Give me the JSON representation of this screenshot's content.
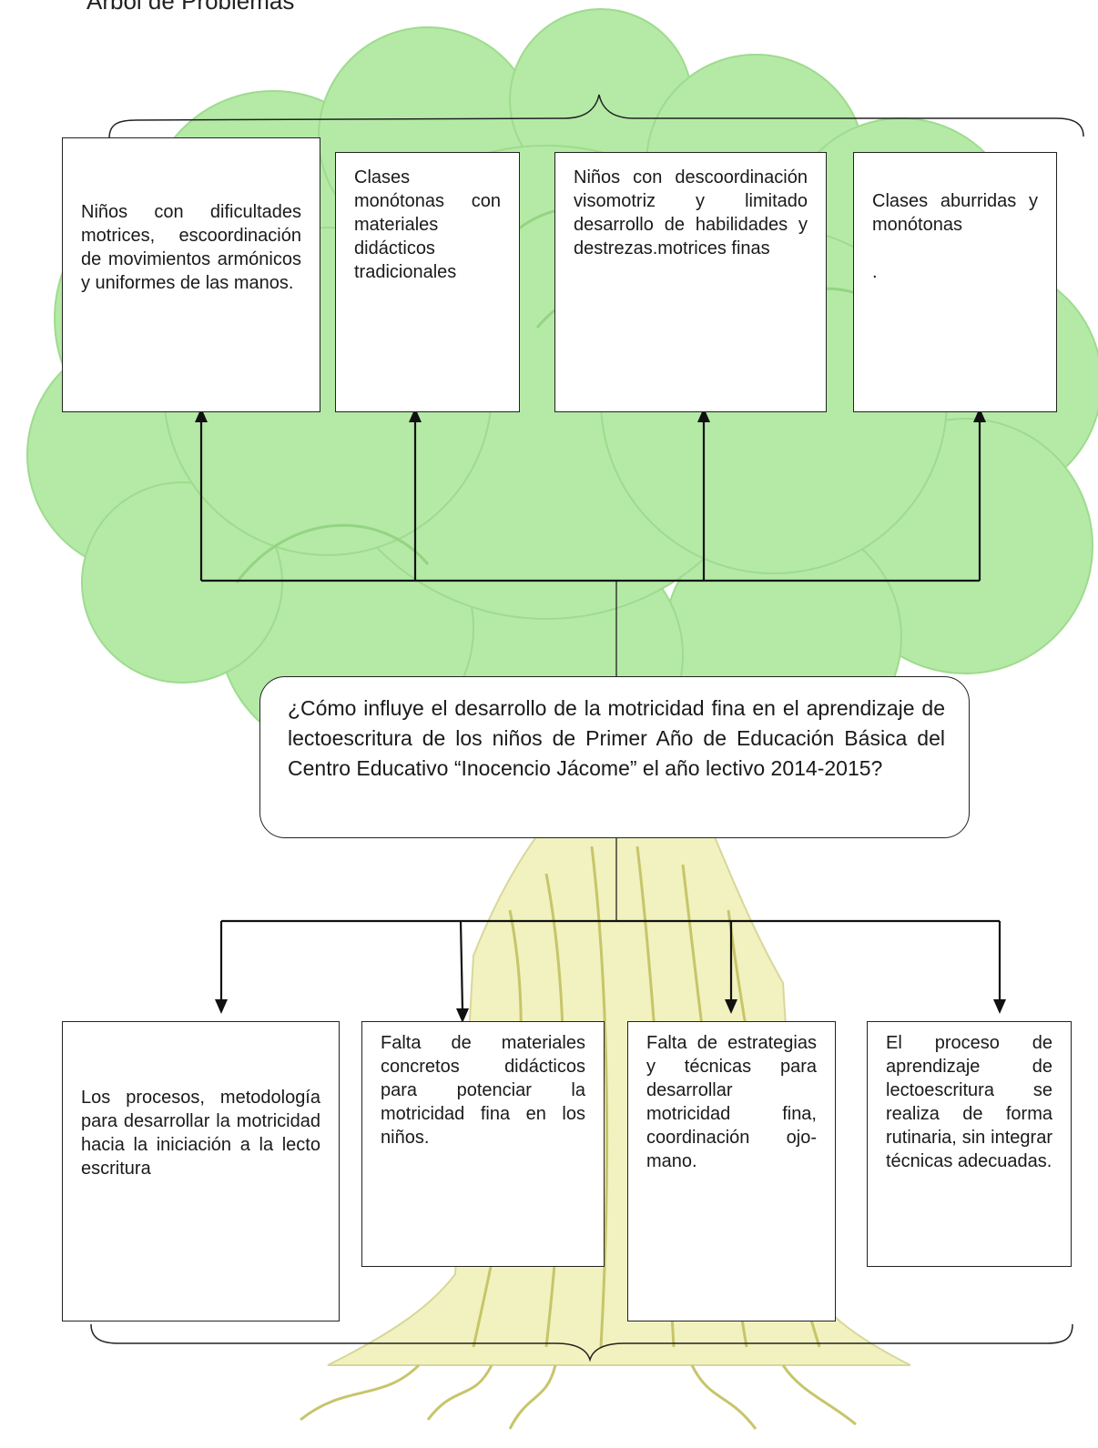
{
  "header": {
    "fragment": "Árbol de Problemas"
  },
  "effects": [
    {
      "text": "Niños con dificultades motrices, escoordinación de movimientos armónicos y uniformes de las manos."
    },
    {
      "text": "Clases monótonas con materiales didácticos tradicionales"
    },
    {
      "text": "Niños con descoordinación visomotriz y limitado desarrollo de habilidades y destrezas.motrices finas"
    },
    {
      "text": "Clases aburridas y monótonas\n\n."
    }
  ],
  "problem": {
    "text": "¿Cómo influye el desarrollo de la motricidad fina en el aprendizaje de lectoescritura de los niños de Primer Año de Educación Básica del Centro Educativo “Inocencio Jácome” el año lectivo 2014-2015?"
  },
  "causes": [
    {
      "text": "Los procesos, metodología para desarrollar la motricidad hacia la iniciación a la lecto escritura"
    },
    {
      "text": "Falta de materiales concretos didácticos para potenciar la motricidad fina en los niños."
    },
    {
      "text": "Falta de estrategias y técnicas para desarrollar motricidad fina, coordinación ojo-mano."
    },
    {
      "text": "El proceso de aprendizaje de lectoescritura se realiza de forma rutinaria, sin integrar técnicas adecuadas."
    }
  ],
  "colors": {
    "foliage": "#a9e69a",
    "foliage_edge": "#8fd67f",
    "trunk": "#eef0b4",
    "trunk_lines": "#c9c870",
    "lines": "#111111"
  }
}
